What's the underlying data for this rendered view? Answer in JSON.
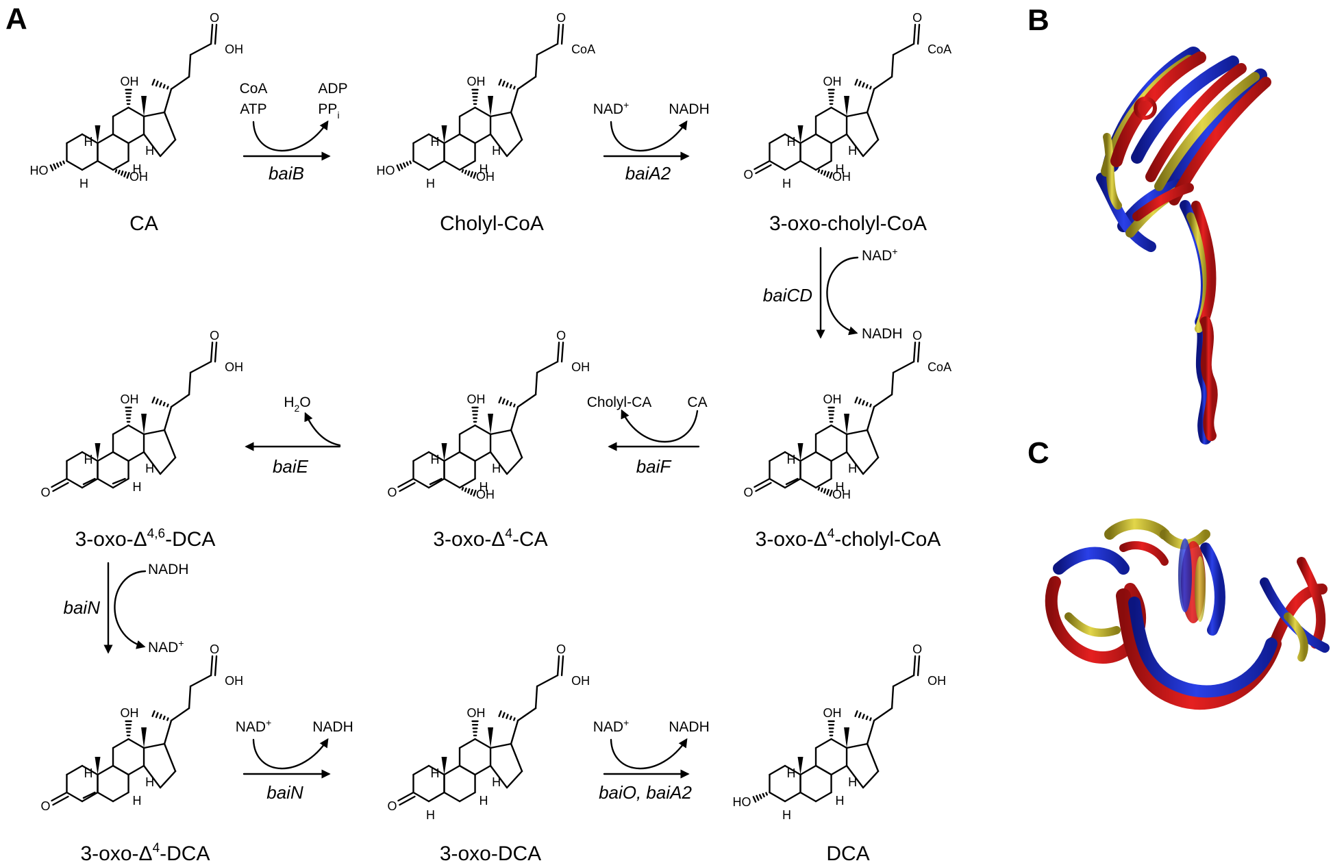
{
  "panels": {
    "a": "A",
    "b": "B",
    "c": "C"
  },
  "compounds": [
    "CA",
    "Cholyl-CoA",
    "3-oxo-cholyl-CoA",
    "3-oxo-Δ",
    "3-oxo-Δ",
    "3-oxo-Δ",
    "3-oxo-Δ",
    "3-oxo-DCA",
    "DCA"
  ],
  "compound_suffix": [
    "",
    "",
    "",
    "4,6",
    "4",
    "4",
    "4",
    "",
    ""
  ],
  "compound_tail": [
    "",
    "",
    "",
    "-DCA",
    "-CA",
    "-cholyl-CoA",
    "-DCA",
    "",
    ""
  ],
  "steps": [
    {
      "enzyme": "baiB",
      "in_top": "CoA",
      "in": "ATP",
      "out_top": "ADP",
      "out": "PP",
      "out_sub": "i"
    },
    {
      "enzyme": "baiA2",
      "in": "NAD",
      "in_sup": "+",
      "out": "NADH"
    },
    {
      "enzyme": "baiCD",
      "in": "NAD",
      "in_sup": "+",
      "out": "NADH"
    },
    {
      "enzyme": "baiF",
      "in": "CA",
      "out": "Cholyl-CA"
    },
    {
      "enzyme": "baiE",
      "out": "H",
      "out_sub": "2",
      "out_tail": "O"
    },
    {
      "enzyme": "baiN",
      "in": "NADH",
      "out": "NAD",
      "out_sup": "+"
    },
    {
      "enzyme": "baiN",
      "in": "NAD",
      "in_sup": "+",
      "out": "NADH"
    },
    {
      "enzyme": "baiO, baiA2",
      "in": "NAD",
      "in_sup": "+",
      "out": "NADH"
    }
  ],
  "atoms": {
    "oh": "OH",
    "ho": "HO",
    "o": "O",
    "h": "H",
    "coa": "CoA"
  },
  "colors": {
    "ink": "#000000",
    "red": "#e01a1a",
    "blue": "#1c2fd6",
    "yellow": "#d2c53a"
  }
}
